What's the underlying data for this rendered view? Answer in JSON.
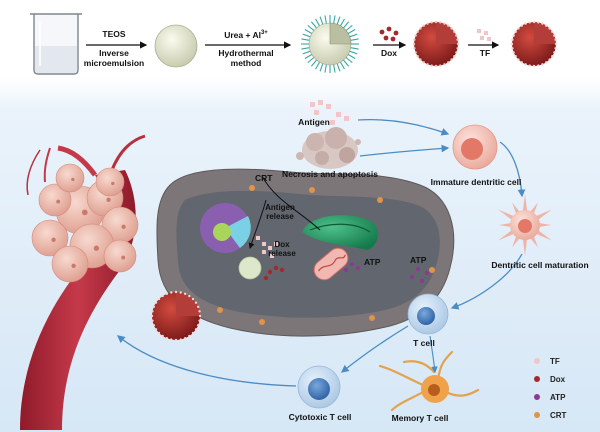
{
  "synthesis": {
    "step1_top": "TEOS",
    "step1_bottom": "Inverse microemulsion",
    "step2_top": "Urea + Al",
    "step2_sup": "3+",
    "step2_bottom": "Hydrothermal method",
    "step3": "Dox",
    "step4": "TF"
  },
  "cycle": {
    "antigen": "Antigen",
    "necrosis": "Necrosis and apoptosis",
    "immature_dc": "Immature dentritic cell",
    "dc_maturation": "Dentritic cell maturation",
    "t_cell": "T cell",
    "cytotoxic": "Cytotoxic T cell",
    "memory": "Memory T cell",
    "crt": "CRT",
    "antigen_release": "Antigen release",
    "dox_release": "Dox release",
    "atp_inner": "ATP",
    "atp_outer": "ATP"
  },
  "legend": [
    {
      "label": "TF",
      "color": "#f2c6c6"
    },
    {
      "label": "Dox",
      "color": "#a5282a"
    },
    {
      "label": "ATP",
      "color": "#8b3a8f"
    },
    {
      "label": "CRT",
      "color": "#e0944a"
    }
  ]
}
